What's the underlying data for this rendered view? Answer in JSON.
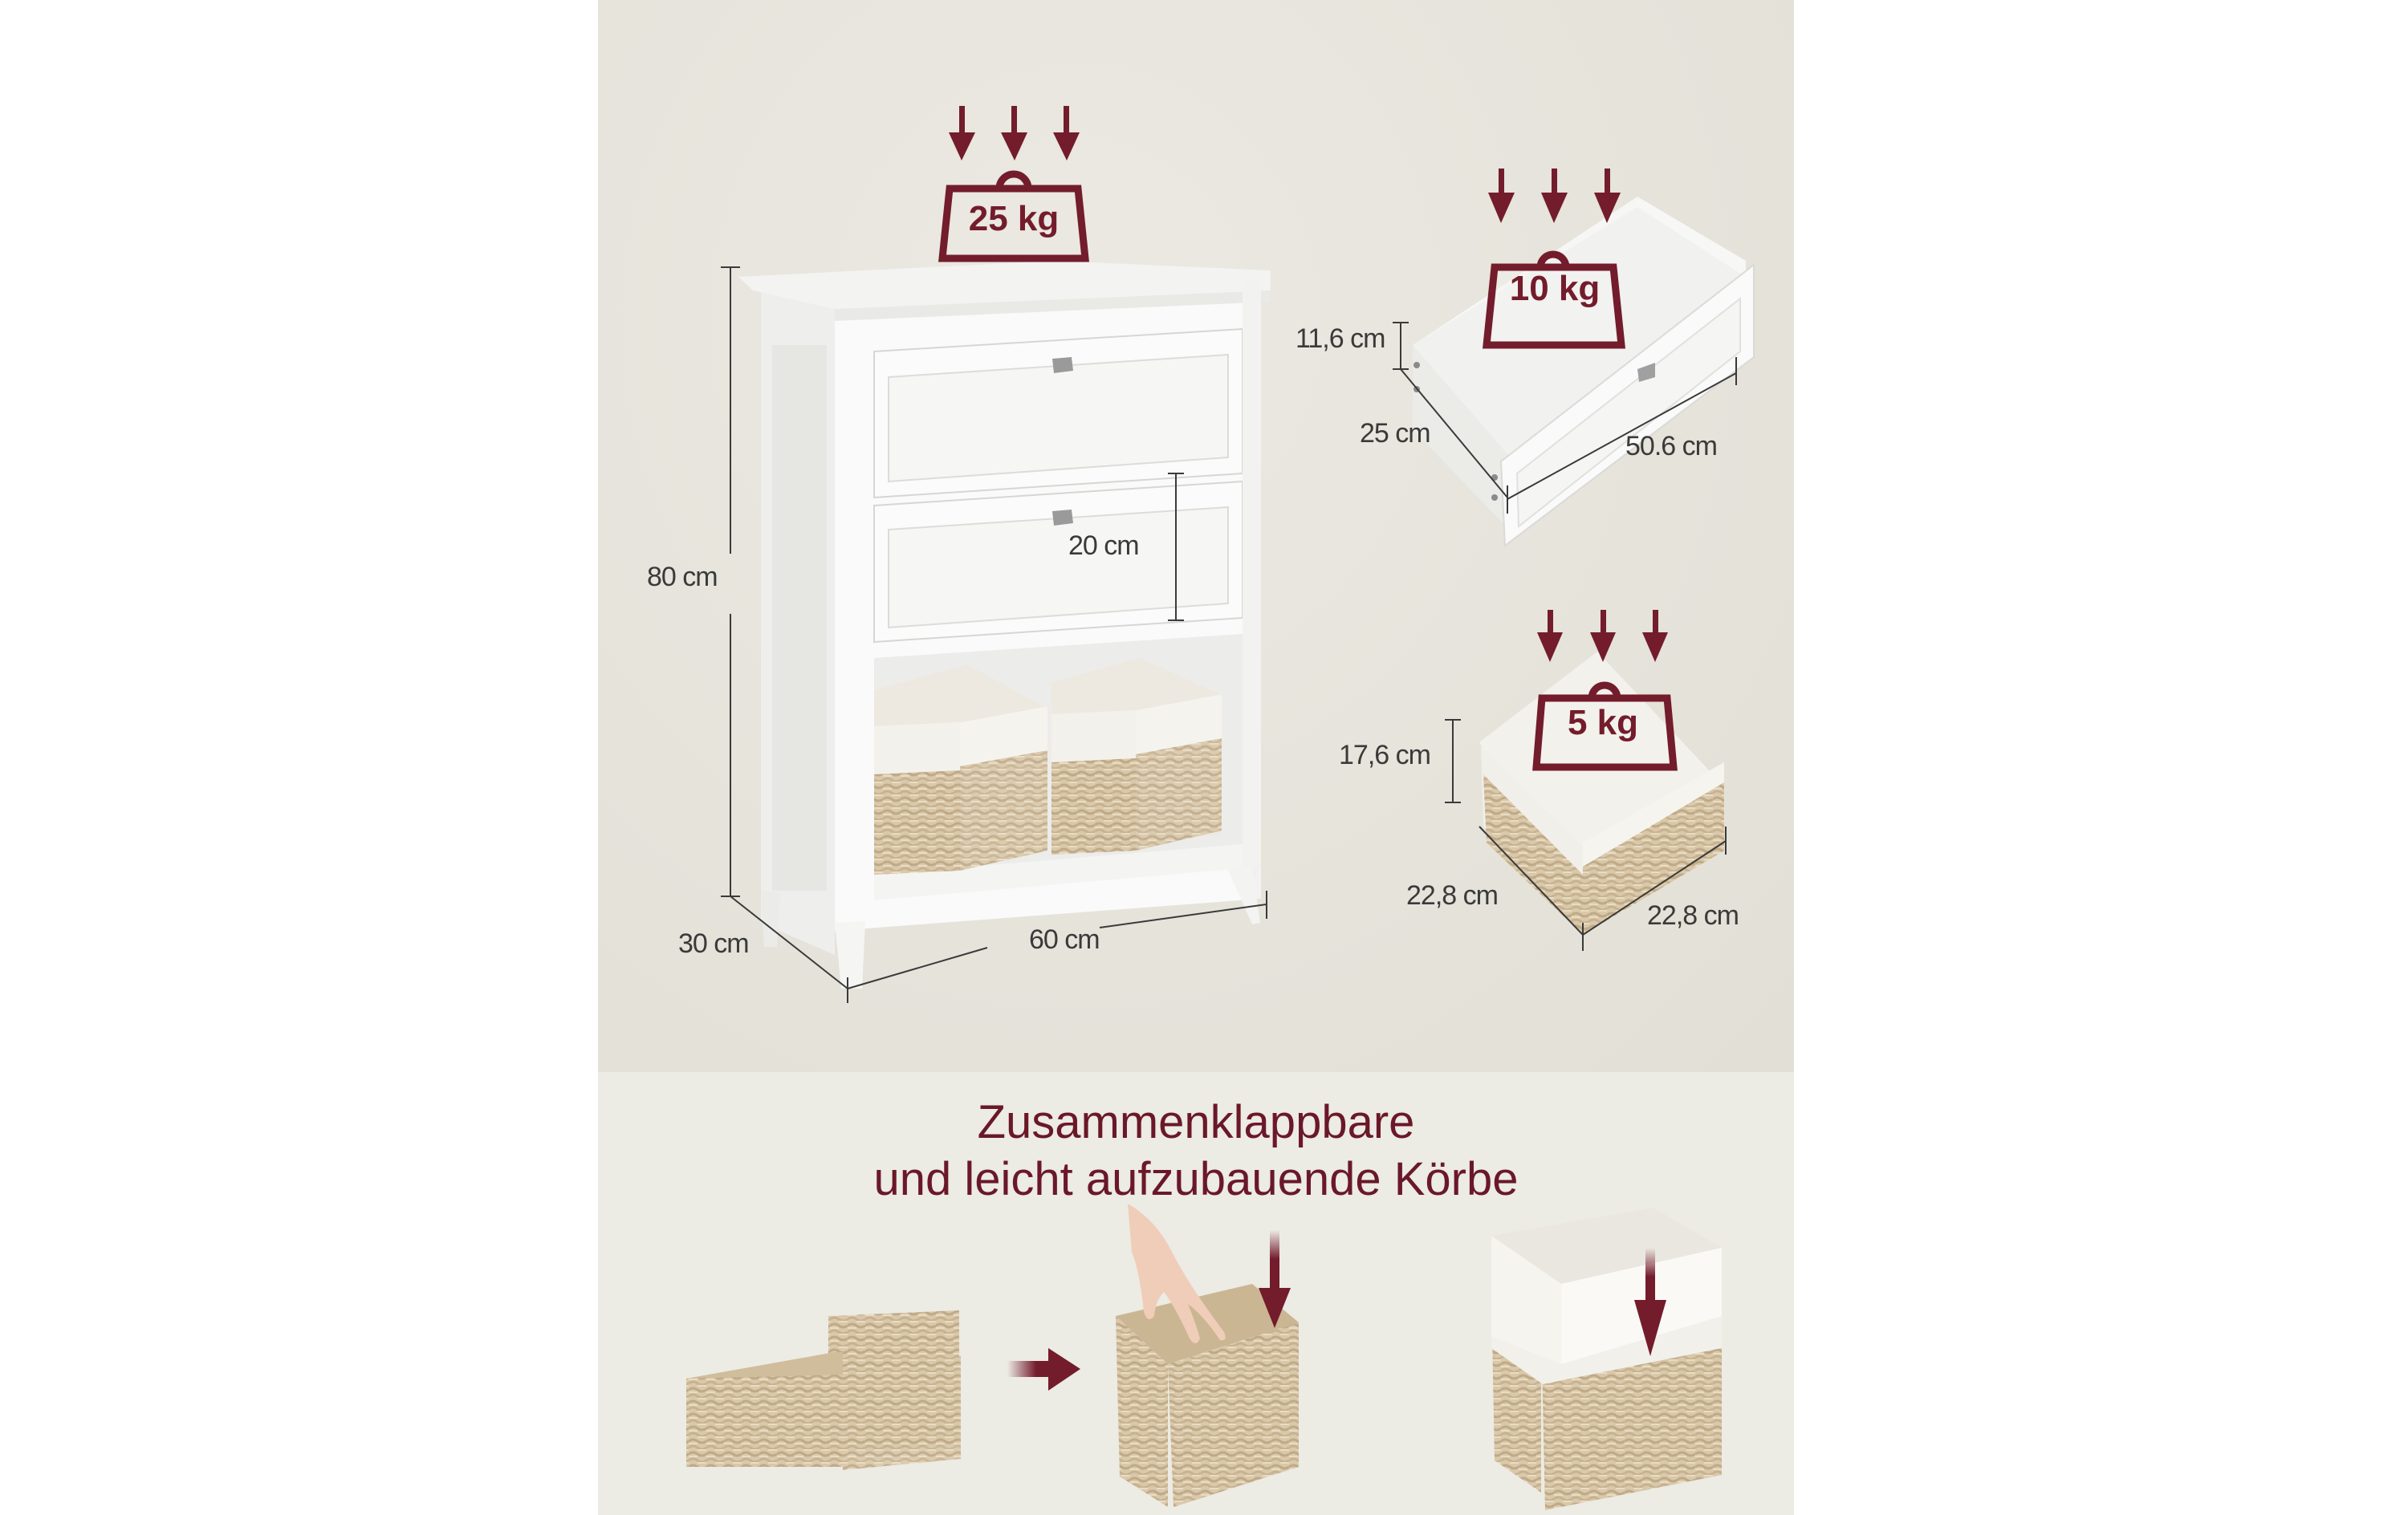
{
  "colors": {
    "accent": "#731c2c",
    "panel_top": "#e5e3da",
    "panel_bottom": "#ecebe4",
    "dimension_text": "#3a3a3a",
    "cabinet_white": "#f7f7f5",
    "wicker": "#d8c6a8"
  },
  "cabinet": {
    "load_label": "25 kg",
    "height_label": "80 cm",
    "depth_label": "30 cm",
    "width_label": "60 cm",
    "drawer_height_label": "20 cm"
  },
  "drawer": {
    "load_label": "10 kg",
    "height_label": "11,6 cm",
    "depth_label": "25 cm",
    "width_label": "50.6 cm"
  },
  "basket": {
    "load_label": "5 kg",
    "height_label": "17,6 cm",
    "depth_label": "22,8 cm",
    "width_label": "22,8 cm"
  },
  "assembly": {
    "title_line1": "Zusammenklappbare",
    "title_line2": "und leicht aufzubauende Körbe",
    "steps": [
      {
        "name": "folded-basket"
      },
      {
        "name": "unfolded-basket"
      },
      {
        "name": "basket-with-liner"
      }
    ]
  }
}
